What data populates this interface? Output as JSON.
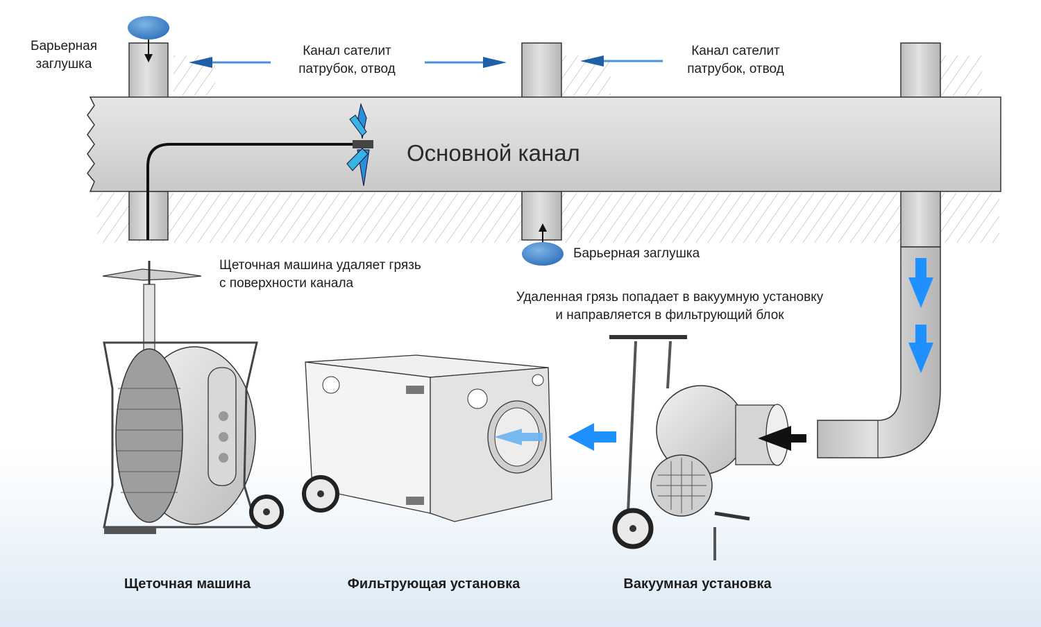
{
  "labels": {
    "barrier_plug_top": "Барьерная\nзаглушка",
    "satellite_left": "Канал сателит\nпатрубок, отвод",
    "satellite_right": "Канал сателит\nпатрубок, отвод",
    "main_channel": "Основной канал",
    "barrier_plug_bottom": "Барьерная заглушка",
    "brush_note": "Щеточная машина удаляет грязь\nс поверхности канала",
    "vacuum_note": "Удаленная грязь попадает в вакуумную установку\nи направляется в фильтрующий блок"
  },
  "captions": {
    "brush_machine": "Щеточная машина",
    "filter_unit": "Фильтрующая установка",
    "vacuum_unit": "Вакуумная установка"
  },
  "colors": {
    "pipe": "#d7d7d7",
    "pipe_stroke": "#333333",
    "arrow_blue": "#1e90ff",
    "plug_blue": "#3f86cf",
    "hatch": "#9a9a9a"
  }
}
